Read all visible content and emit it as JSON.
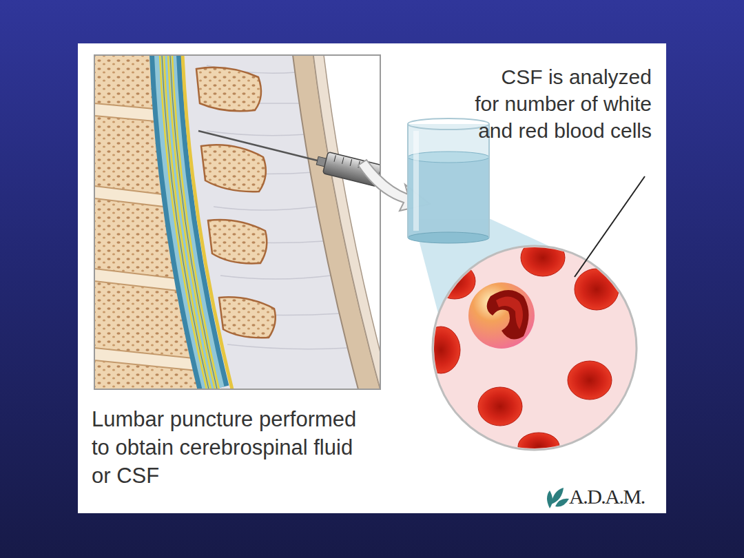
{
  "diagram": {
    "labels": [
      "CSF is analyzed for number of white and red blood cells",
      "Lumbar puncture performed to obtain cerebrospinal fluid or CSF",
      "A.D.A.M."
    ]
  }
}
